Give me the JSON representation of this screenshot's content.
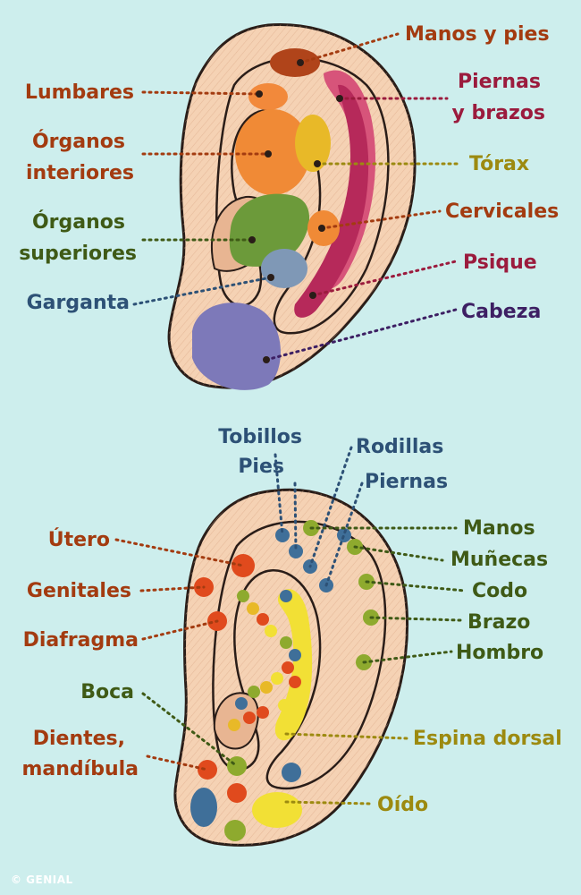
{
  "colors": {
    "background": "#cdeeed",
    "skin": "#f5d2b4",
    "skin_shadow": "#e8b592",
    "outline": "#2a1d18",
    "label_orange": "#a33b10",
    "label_crimson": "#9b1b3d",
    "label_olive": "#9c8a10",
    "label_green": "#3f5a16",
    "label_blue": "#2d5176",
    "label_purple": "#3d1f63"
  },
  "top_ear": {
    "labels": {
      "manos_pies": "Manos y pies",
      "piernas_brazos_1": "Piernas",
      "piernas_brazos_2": "y brazos",
      "lumbares": "Lumbares",
      "organos_interiores_1": "Órganos",
      "organos_interiores_2": "interiores",
      "torax": "Tórax",
      "cervicales": "Cervicales",
      "organos_superiores_1": "Órganos",
      "organos_superiores_2": "superiores",
      "psique": "Psique",
      "garganta": "Garganta",
      "cabeza": "Cabeza"
    }
  },
  "bottom_ear": {
    "labels": {
      "tobillos": "Tobillos",
      "pies": "Pies",
      "rodillas": "Rodillas",
      "piernas": "Piernas",
      "utero": "Útero",
      "manos": "Manos",
      "munecas": "Muñecas",
      "genitales": "Genitales",
      "codo": "Codo",
      "diafragma": "Diafragma",
      "brazo": "Brazo",
      "hombro": "Hombro",
      "boca": "Boca",
      "dientes_1": "Dientes,",
      "dientes_2": "mandíbula",
      "espina": "Espina dorsal",
      "oido": "Oído"
    }
  },
  "watermark": "© GENIAL"
}
